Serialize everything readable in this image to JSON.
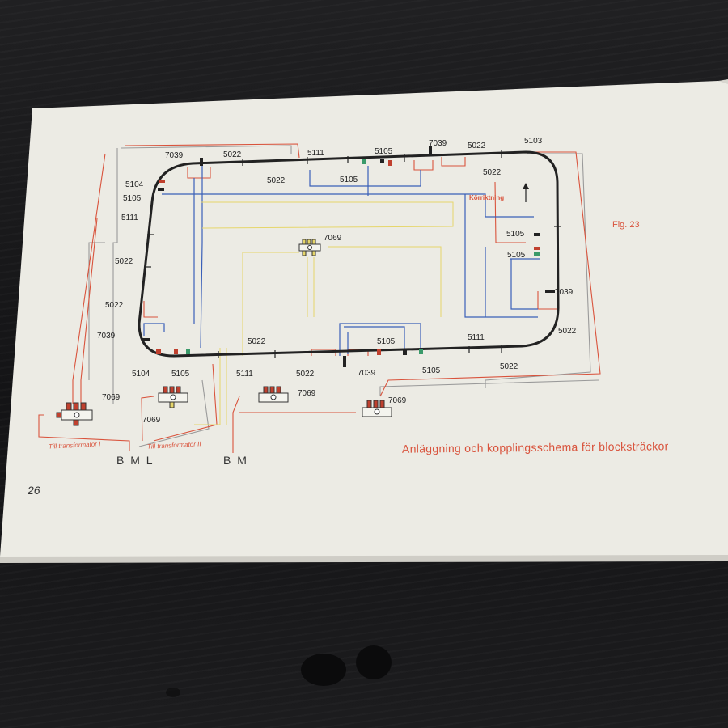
{
  "page": {
    "number": "26",
    "caption": "Anläggning och kopplingsschema för blocksträckor",
    "figure_ref": "Fig. 23",
    "direction_label": "Körriktning"
  },
  "transformers": {
    "label_1": "Till transformator I",
    "label_2": "Till transformator II",
    "terminals_1": "B M L",
    "terminals_2": "B M"
  },
  "part_labels": {
    "top": [
      "7039",
      "5022",
      "5111",
      "5022",
      "5105",
      "5105",
      "7039",
      "5022",
      "5022",
      "5103"
    ],
    "left": [
      "5104",
      "5105",
      "5111",
      "5022",
      "5022",
      "7039"
    ],
    "right": [
      "5105",
      "5105",
      "7039",
      "5022"
    ],
    "bottom": [
      "5104",
      "5105",
      "5111",
      "5022",
      "5022",
      "7039",
      "5105",
      "5105",
      "5111",
      "5022"
    ],
    "distributors": [
      "7069",
      "7069",
      "7069",
      "7069",
      "7069"
    ]
  },
  "colors": {
    "paper": "#ecebe4",
    "track": "#222222",
    "wire_blue": "#3a5fb8",
    "wire_red": "#d9533c",
    "wire_yellow": "#e6d66a",
    "wire_grey": "#9a9a9a"
  }
}
